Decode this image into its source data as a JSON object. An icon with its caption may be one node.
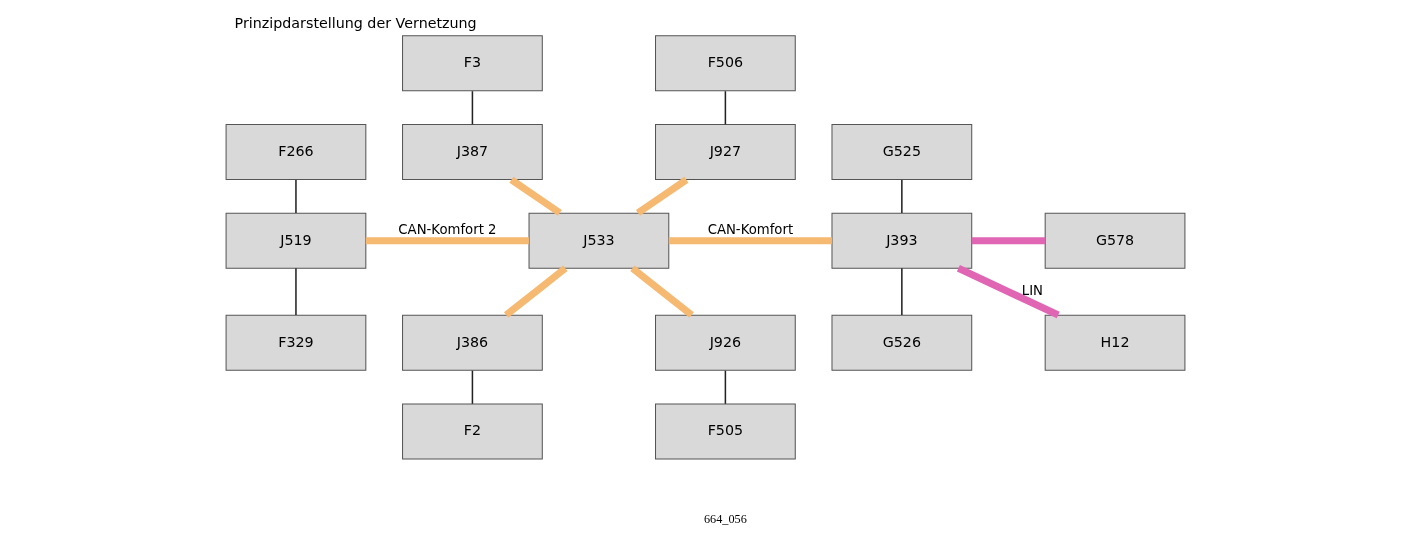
{
  "diagram": {
    "title": "Prinzipdarstellung der Vernetzung",
    "nodes": [
      {
        "text": [
          "F3"
        ]
      },
      {
        "text": [
          "F506"
        ]
      },
      {
        "text": [
          "F266"
        ]
      },
      {
        "text": [
          "J387"
        ]
      },
      {
        "text": [
          "J927"
        ]
      },
      {
        "text": [
          "G525"
        ]
      },
      {
        "text": [
          "J519"
        ]
      },
      {
        "text": [
          "J533"
        ]
      },
      {
        "text": [
          "J393"
        ]
      },
      {
        "text": [
          "G578"
        ]
      },
      {
        "text": [
          "F329"
        ]
      },
      {
        "text": [
          "J386"
        ]
      },
      {
        "text": [
          "J926"
        ]
      },
      {
        "text": [
          "G526"
        ]
      },
      {
        "text": [
          "H12"
        ]
      },
      {
        "text": [
          "F2"
        ]
      },
      {
        "text": [
          "F505"
        ]
      }
    ],
    "edges": [
      {
        "from": 0,
        "to": 3,
        "arrow": "none"
      },
      {
        "from": 1,
        "to": 4,
        "arrow": "none"
      },
      {
        "from": 2,
        "to": 6,
        "arrow": "none"
      },
      {
        "from": 6,
        "to": 10,
        "arrow": "none"
      },
      {
        "from": 6,
        "to": 7,
        "arrow": "none",
        "label": "CAN-Komfort 2",
        "style": "thick",
        "color": "#f5b971"
      },
      {
        "from": 7,
        "to": 8,
        "arrow": "none",
        "label": "CAN-Komfort",
        "style": "thick",
        "color": "#f5b971"
      },
      {
        "from": 7,
        "to": 3,
        "arrow": "none",
        "style": "thick",
        "color": "#f5b971"
      },
      {
        "from": 7,
        "to": 11,
        "arrow": "none",
        "style": "thick",
        "color": "#f5b971"
      },
      {
        "from": 7,
        "to": 4,
        "arrow": "none",
        "style": "thick",
        "color": "#f5b971"
      },
      {
        "from": 7,
        "to": 12,
        "arrow": "none",
        "style": "thick",
        "color": "#f5b971"
      },
      {
        "from": 5,
        "to": 8,
        "arrow": "none"
      },
      {
        "from": 8,
        "to": 13,
        "arrow": "none"
      },
      {
        "from": 8,
        "to": 9,
        "arrow": "none",
        "style": "thick",
        "color": "#e066b4"
      },
      {
        "from": 8,
        "to": 14,
        "arrow": "none",
        "label": "LIN",
        "style": "thick",
        "color": "#e066b4"
      },
      {
        "from": 11,
        "to": 15,
        "arrow": "none"
      },
      {
        "from": 12,
        "to": 16,
        "arrow": "none"
      }
    ],
    "labels": [
      "664_056"
    ]
  }
}
